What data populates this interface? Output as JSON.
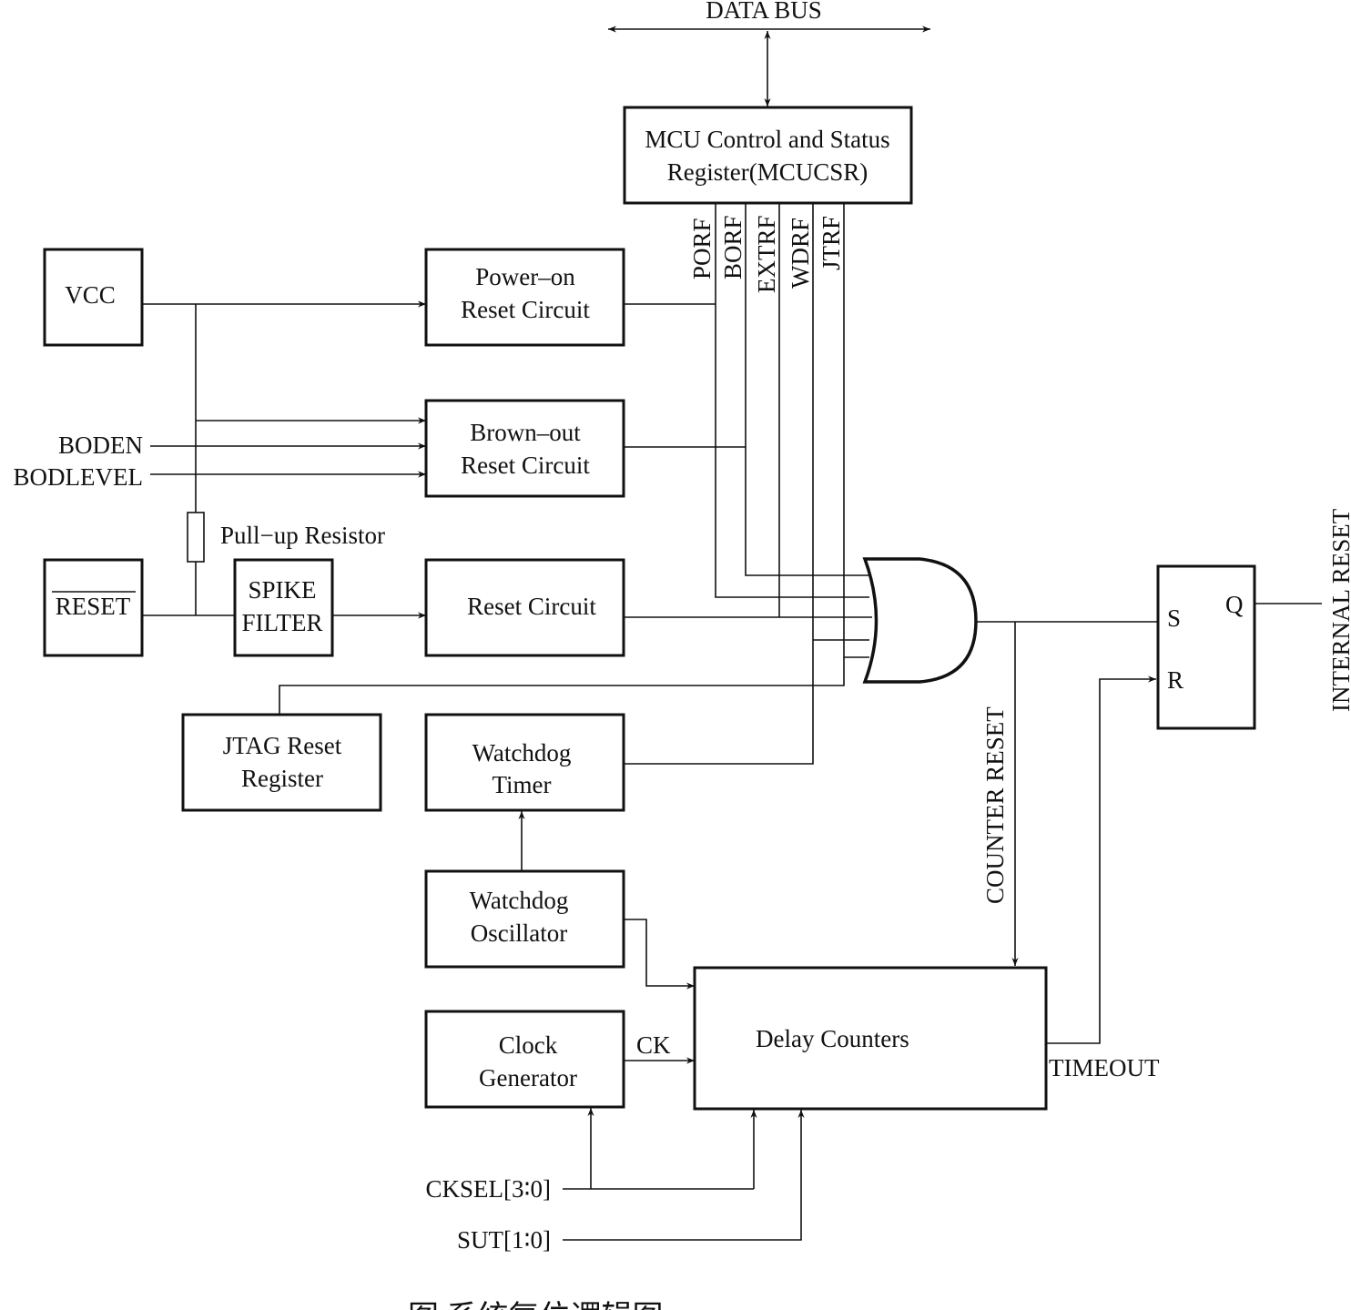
{
  "diagram": {
    "data_bus": "DATA BUS",
    "mcucsr": {
      "line1": "MCU Control and Status",
      "line2": "Register(MCUCSR)"
    },
    "flags": [
      "PORF",
      "BORF",
      "EXTRF",
      "WDRF",
      "JTRF"
    ],
    "vcc": "VCC",
    "power_on": {
      "line1": "Power–on",
      "line2": "Reset Circuit"
    },
    "brown_out": {
      "line1": "Brown–out",
      "line2": "Reset Circuit"
    },
    "boden": "BODEN",
    "bodlevel": "BODLEVEL",
    "pullup": "Pull−up Resistor",
    "reset_pin": "RESET",
    "spike_filter": {
      "line1": "SPIKE",
      "line2": "FILTER"
    },
    "reset_circuit": "Reset Circuit",
    "jtag": {
      "line1": "JTAG Reset",
      "line2": "Register"
    },
    "watchdog_timer": {
      "line1": "Watchdog",
      "line2": "Timer"
    },
    "watchdog_osc": {
      "line1": "Watchdog",
      "line2": "Oscillator"
    },
    "clock_gen": {
      "line1": "Clock",
      "line2": "Generator"
    },
    "ck": "CK",
    "delay_counters": "Delay Counters",
    "timeout": "TIMEOUT",
    "counter_reset": "COUNTER RESET",
    "sr": {
      "s": "S",
      "r": "R",
      "q": "Q"
    },
    "internal_reset": "INTERNAL RESET",
    "cksel": "CKSEL[3∶0]",
    "sut": "SUT[1∶0]",
    "caption": "图 系统复位逻辑图"
  }
}
